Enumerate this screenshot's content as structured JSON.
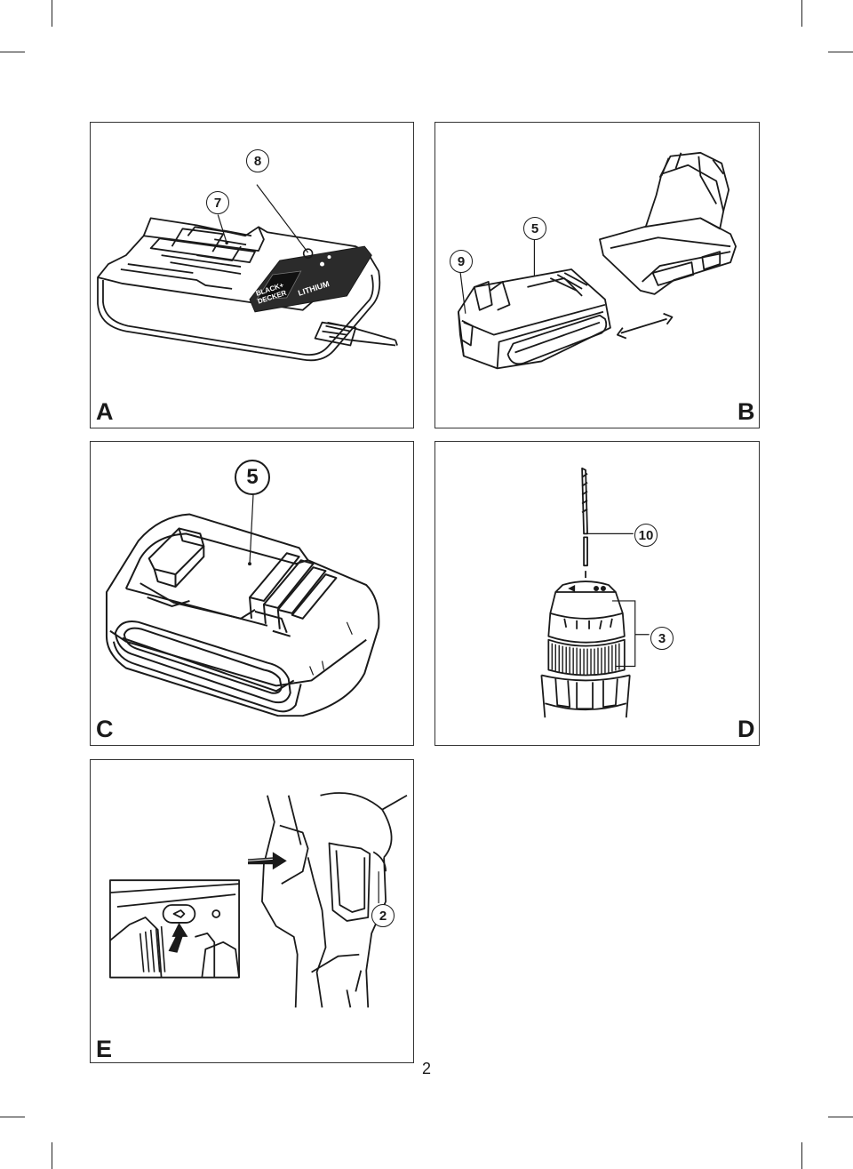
{
  "page": {
    "page_number": "2"
  },
  "figures": [
    {
      "id": "A",
      "label": "A",
      "callouts": [
        "7",
        "8"
      ],
      "brand_text": [
        "BLACK+",
        "DECKER"
      ],
      "model_text": "LITHIUM"
    },
    {
      "id": "B",
      "label": "B",
      "callouts": [
        "9",
        "5"
      ]
    },
    {
      "id": "C",
      "label": "C",
      "callouts": [
        "5"
      ]
    },
    {
      "id": "D",
      "label": "D",
      "callouts": [
        "10",
        "3"
      ]
    },
    {
      "id": "E",
      "label": "E",
      "callouts": [
        "2"
      ]
    }
  ],
  "colors": {
    "line": "#1a1a1a",
    "panel_border": "#333333",
    "background": "#ffffff",
    "charger_panel": "#2b2b2b"
  }
}
